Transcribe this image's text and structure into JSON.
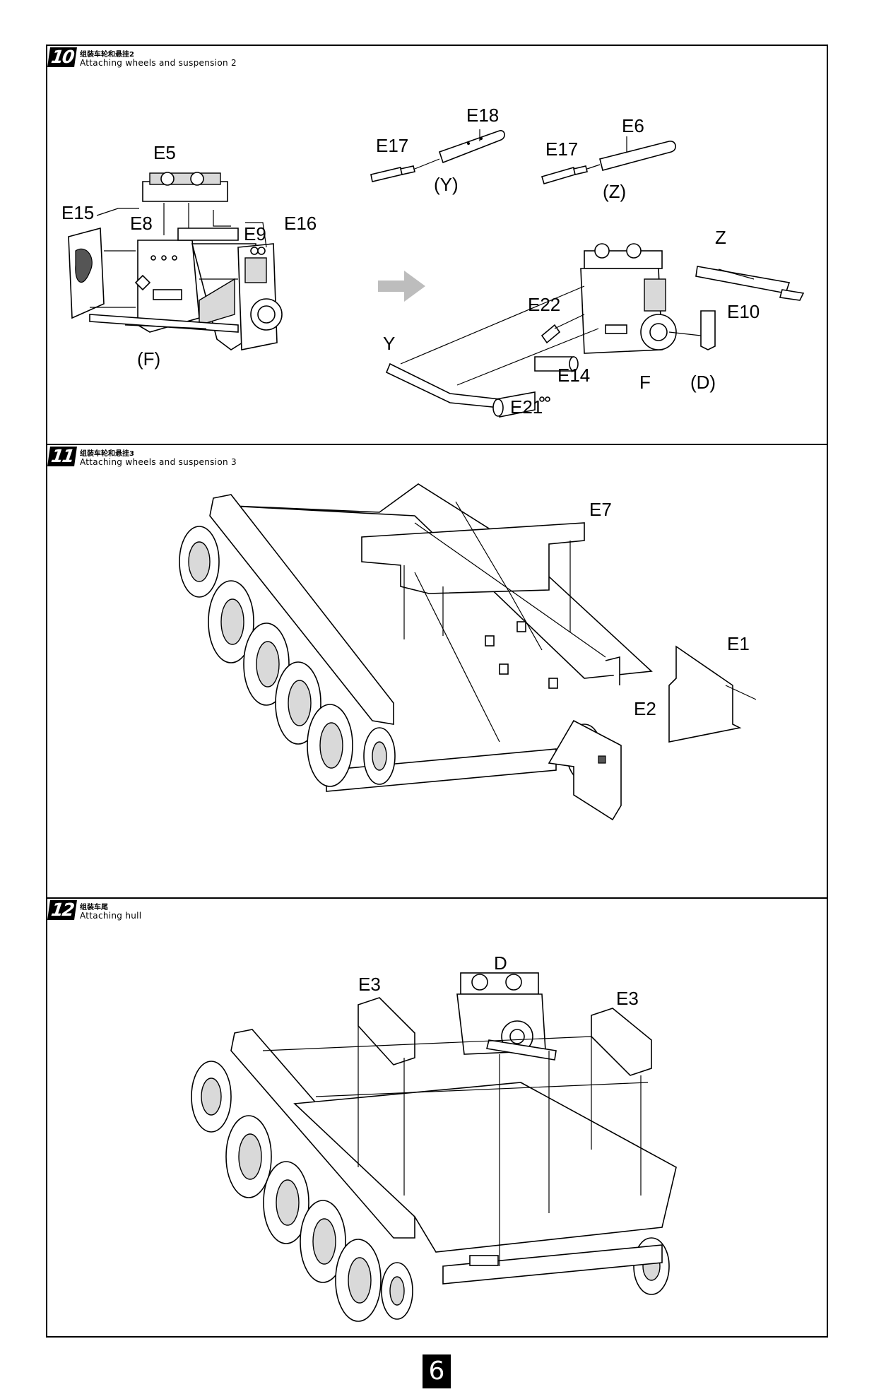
{
  "steps": [
    {
      "number": "10",
      "title_cn": "组装车轮和悬挂2",
      "title_en": "Attaching wheels and suspension 2"
    },
    {
      "number": "11",
      "title_cn": "组装车轮和悬挂3",
      "title_en": "Attaching wheels and suspension 3"
    },
    {
      "number": "12",
      "title_cn": "组装车尾",
      "title_en": "Attaching hull"
    }
  ],
  "step10": {
    "left_labels": {
      "e5": "E5",
      "e15": "E15",
      "e8": "E8",
      "e9": "E9",
      "e16": "E16",
      "f": "(F)"
    },
    "sub_y": {
      "e17": "E17",
      "e18": "E18",
      "tag": "(Y)"
    },
    "sub_z": {
      "e17": "E17",
      "e6": "E6",
      "tag": "(Z)"
    },
    "right_labels": {
      "z": "Z",
      "e22": "E22",
      "e10": "E10",
      "y": "Y",
      "e14": "E14",
      "f": "F",
      "d": "(D)",
      "e21": "E21"
    }
  },
  "step11": {
    "labels": {
      "e7": "E7",
      "e1": "E1",
      "e2": "E2"
    }
  },
  "step12": {
    "labels": {
      "d": "D",
      "e3_left": "E3",
      "e3_right": "E3"
    }
  },
  "page_number": "6"
}
